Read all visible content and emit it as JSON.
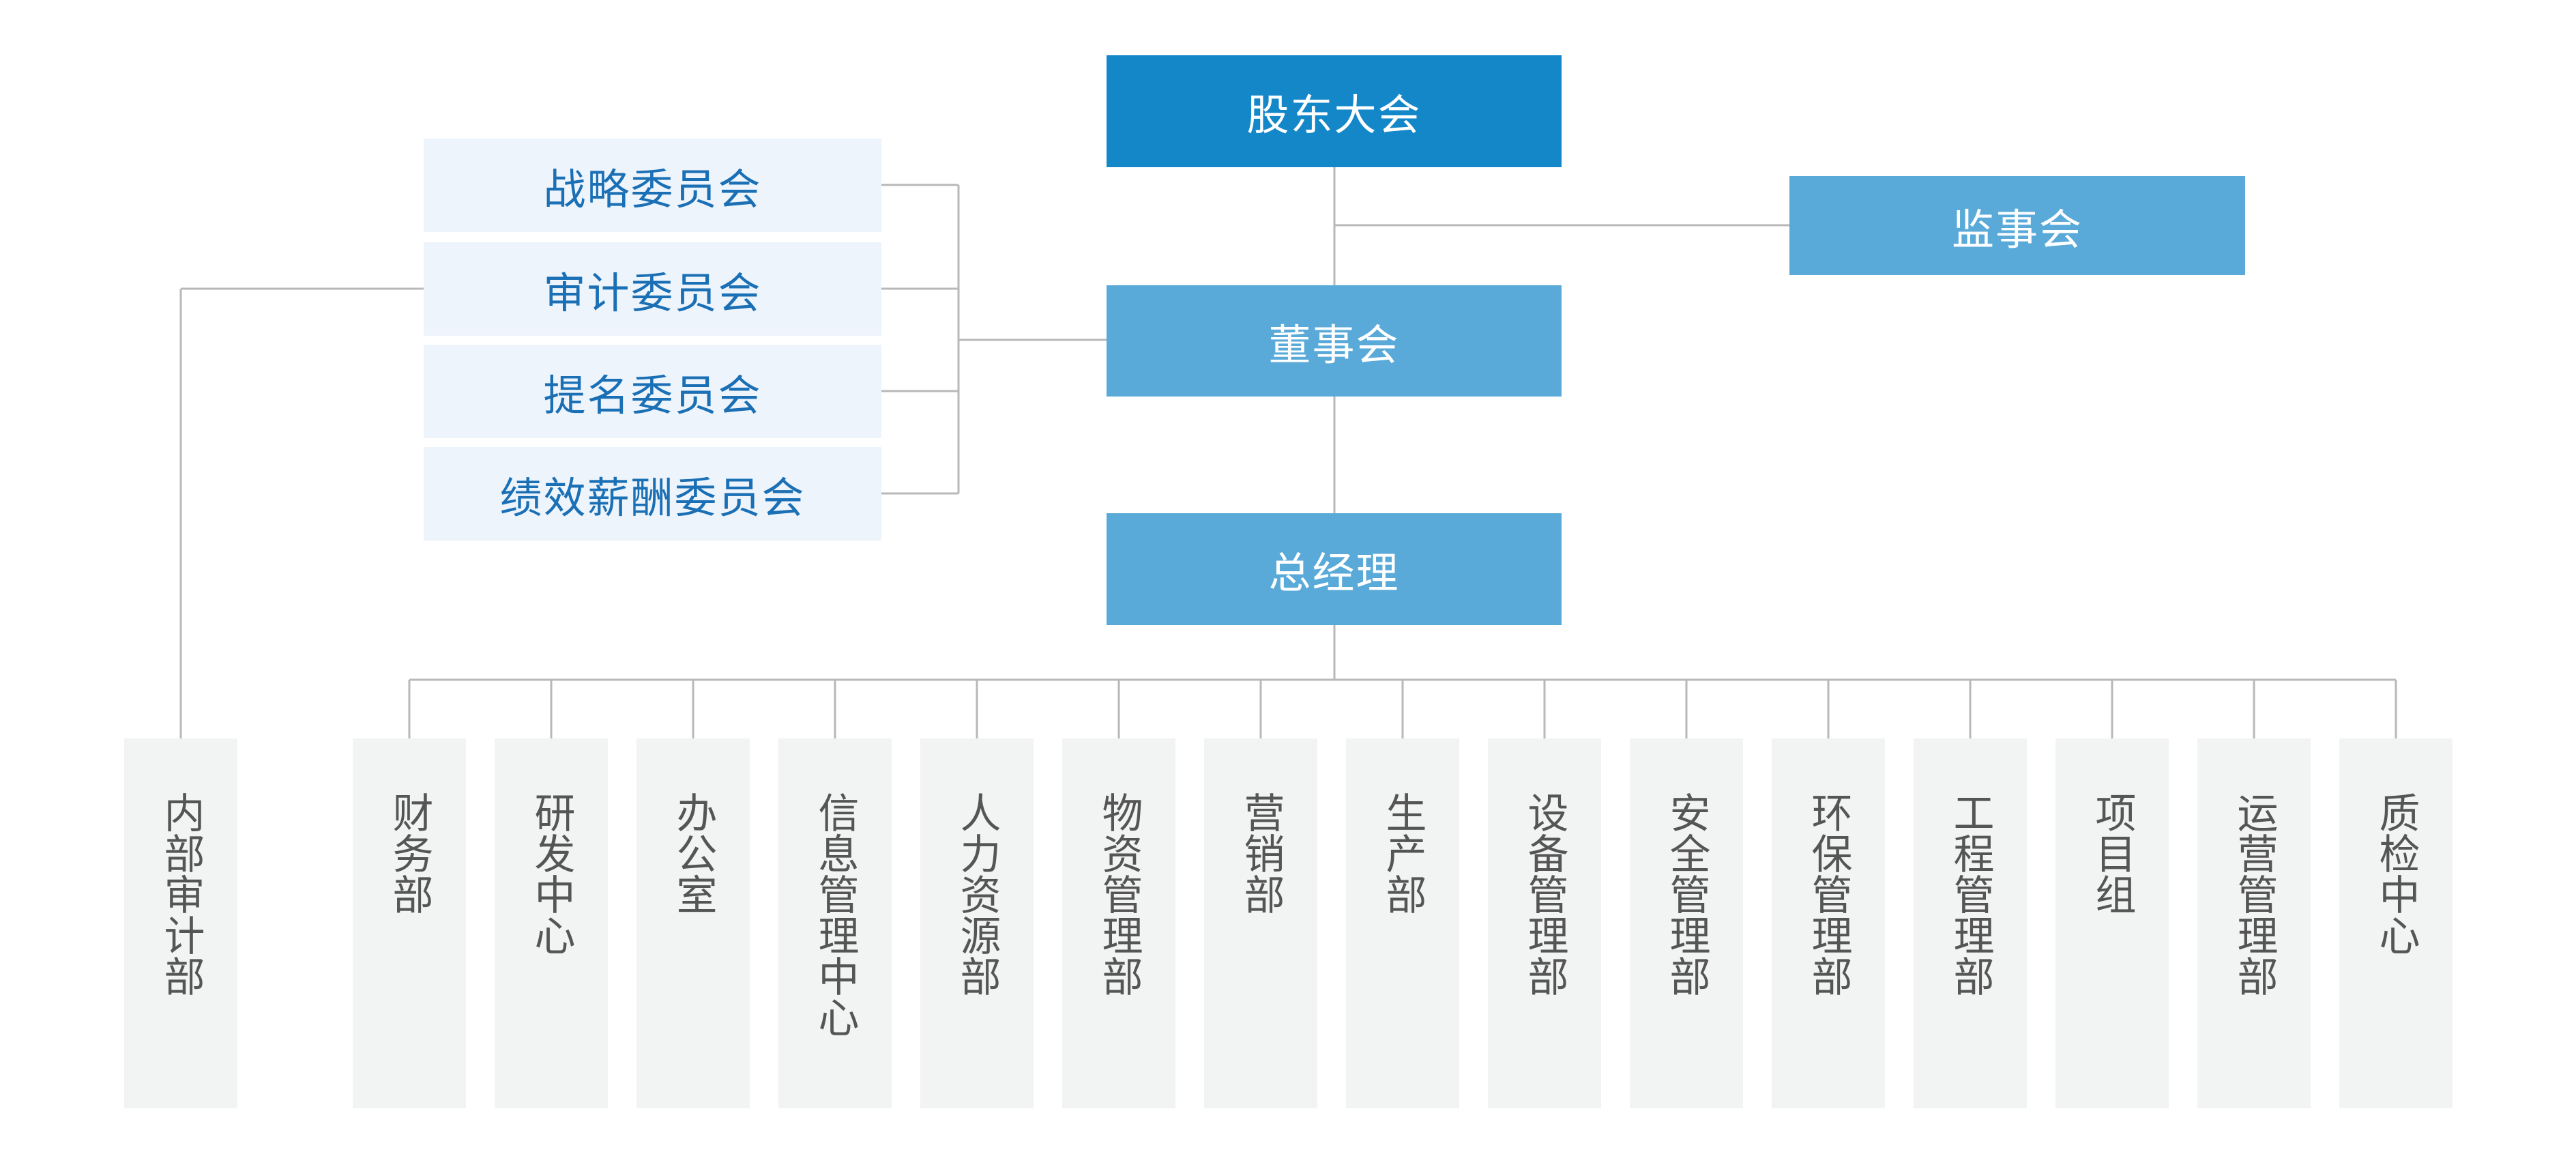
{
  "chart": {
    "shareholders": "股东大会",
    "supervisors": "监事会",
    "board": "董事会",
    "general_manager": "总经理",
    "committees": [
      "战略委员会",
      "审计委员会",
      "提名委员会",
      "绩效薪酬委员会"
    ],
    "internal_audit": "内部审计部",
    "departments": [
      "财务部",
      "研发中心",
      "办公室",
      "信息管理中心",
      "人力资源部",
      "物资管理部",
      "营销部",
      "生产部",
      "设备管理部",
      "安全管理部",
      "环保管理部",
      "工程管理部",
      "项目组",
      "运营管理部",
      "质检中心"
    ]
  },
  "colors": {
    "primary": "#1387c8",
    "secondary": "#5aaad9",
    "committee_bg": "#edf4fb",
    "committee_text": "#1a6fb5",
    "dept_bg": "#f2f3f3",
    "dept_text": "#555555",
    "line": "#b8b8b8"
  }
}
